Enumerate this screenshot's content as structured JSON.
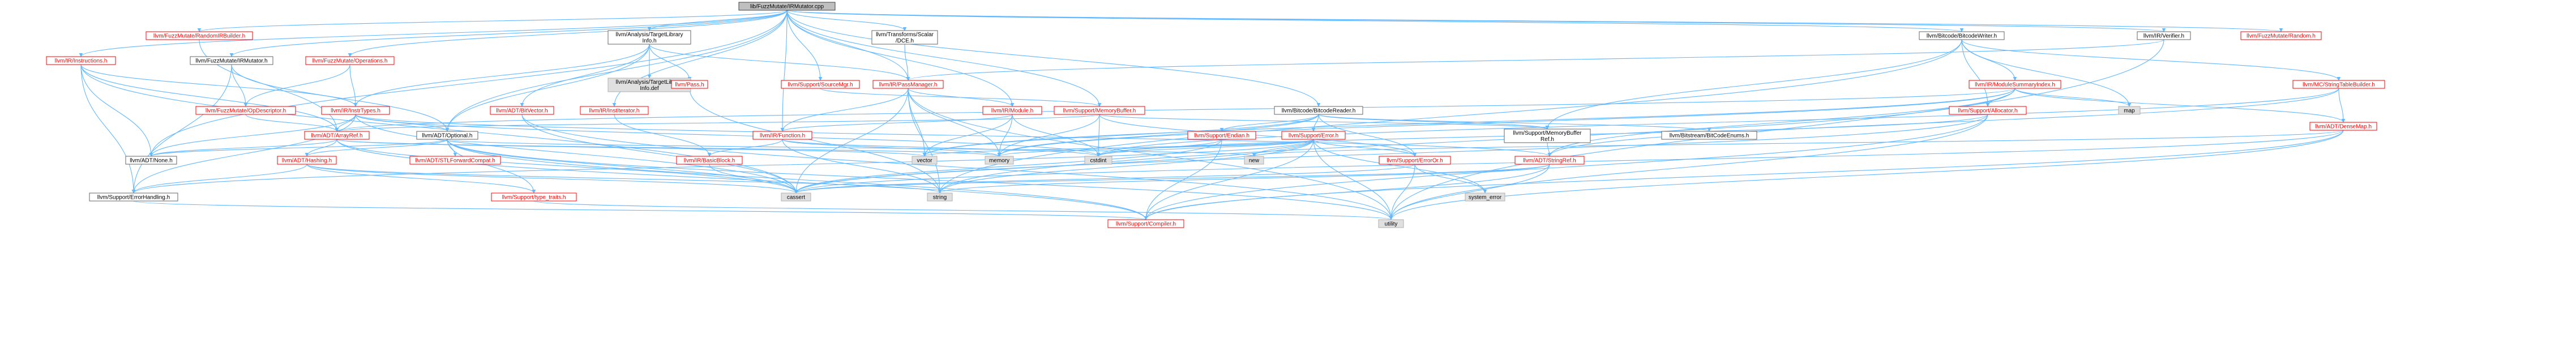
{
  "title": "lib/FuzzMutate/IRMutator.cpp",
  "colors": {
    "root_fill": "#bfbfbf",
    "root_border": "#404040",
    "linked_border": "#ff0000",
    "linked_text": "#ff0000",
    "leaf_border": "#b0b0b0",
    "leaf_fill": "#e0e0e0",
    "plain_border": "#666666",
    "edge": "#63b8ff"
  },
  "nodes": [
    {
      "id": "root",
      "label": "lib/FuzzMutate/IRMutator.cpp",
      "kind": "root"
    },
    {
      "id": "randomirbuilder",
      "label": "llvm/FuzzMutate/RandomIRBuilder.h",
      "kind": "linked"
    },
    {
      "id": "analysis",
      "label": "llvm/Analysis/TargetLibrary\nInfo.h",
      "kind": "plain"
    },
    {
      "id": "transforms",
      "label": "llvm/Transforms/Scalar\n/DCE.h",
      "kind": "plain"
    },
    {
      "id": "bitcodewriter",
      "label": "llvm/Bitcode/BitcodeWriter.h",
      "kind": "plain"
    },
    {
      "id": "irverifier",
      "label": "llvm/IR/Verifier.h",
      "kind": "plain"
    },
    {
      "id": "fuzzrandom",
      "label": "llvm/FuzzMutate/Random.h",
      "kind": "linked"
    },
    {
      "id": "instructions",
      "label": "llvm/IR/Instructions.h",
      "kind": "linked"
    },
    {
      "id": "irmutatorh",
      "label": "llvm/FuzzMutate/IRMutator.h",
      "kind": "plain"
    },
    {
      "id": "operations",
      "label": "llvm/FuzzMutate/Operations.h",
      "kind": "linked"
    },
    {
      "id": "tlidef",
      "label": "llvm/Analysis/TargetLibrary\nInfo.def",
      "kind": "leaf"
    },
    {
      "id": "pass",
      "label": "llvm/Pass.h",
      "kind": "linked"
    },
    {
      "id": "sourcemgr",
      "label": "llvm/Support/SourceMgr.h",
      "kind": "linked"
    },
    {
      "id": "passmanager",
      "label": "llvm/IR/PassManager.h",
      "kind": "linked"
    },
    {
      "id": "modulesummary",
      "label": "llvm/IR/ModuleSummaryIndex.h",
      "kind": "linked"
    },
    {
      "id": "stringtablebuilder",
      "label": "llvm/MC/StringTableBuilder.h",
      "kind": "linked"
    },
    {
      "id": "opdescriptor",
      "label": "llvm/FuzzMutate/OpDescriptor.h",
      "kind": "linked"
    },
    {
      "id": "insttypes",
      "label": "llvm/IR/InstrTypes.h",
      "kind": "linked"
    },
    {
      "id": "bitvector",
      "label": "llvm/ADT/BitVector.h",
      "kind": "linked"
    },
    {
      "id": "institerator",
      "label": "llvm/IR/InstIterator.h",
      "kind": "linked"
    },
    {
      "id": "irmodule",
      "label": "llvm/IR/Module.h",
      "kind": "linked"
    },
    {
      "id": "memorybuffer",
      "label": "llvm/Support/MemoryBuffer.h",
      "kind": "linked"
    },
    {
      "id": "bitcodereader",
      "label": "llvm/Bitcode/BitcodeReader.h",
      "kind": "plain"
    },
    {
      "id": "allocator",
      "label": "llvm/Support/Allocator.h",
      "kind": "linked"
    },
    {
      "id": "map",
      "label": "map",
      "kind": "leaf"
    },
    {
      "id": "densemap",
      "label": "llvm/ADT/DenseMap.h",
      "kind": "linked"
    },
    {
      "id": "arrayref",
      "label": "llvm/ADT/ArrayRef.h",
      "kind": "linked"
    },
    {
      "id": "optional",
      "label": "llvm/ADT/Optional.h",
      "kind": "plain"
    },
    {
      "id": "function",
      "label": "llvm/IR/Function.h",
      "kind": "linked"
    },
    {
      "id": "endian",
      "label": "llvm/Support/Endian.h",
      "kind": "linked"
    },
    {
      "id": "supporterror",
      "label": "llvm/Support/Error.h",
      "kind": "linked"
    },
    {
      "id": "membufref",
      "label": "llvm/Support/MemoryBuffer\nRef.h",
      "kind": "plain"
    },
    {
      "id": "bitcodeenums",
      "label": "llvm/Bitstream/BitCodeEnums.h",
      "kind": "plain"
    },
    {
      "id": "adtnone",
      "label": "llvm/ADT/None.h",
      "kind": "plain"
    },
    {
      "id": "hashing",
      "label": "llvm/ADT/Hashing.h",
      "kind": "linked"
    },
    {
      "id": "stlforward",
      "label": "llvm/ADT/STLForwardCompat.h",
      "kind": "linked"
    },
    {
      "id": "basicblock",
      "label": "llvm/IR/BasicBlock.h",
      "kind": "linked"
    },
    {
      "id": "vector",
      "label": "vector",
      "kind": "leaf"
    },
    {
      "id": "memory",
      "label": "memory",
      "kind": "leaf"
    },
    {
      "id": "cstdint",
      "label": "cstdint",
      "kind": "leaf"
    },
    {
      "id": "new",
      "label": "new",
      "kind": "leaf"
    },
    {
      "id": "erroror",
      "label": "llvm/Support/ErrorOr.h",
      "kind": "linked"
    },
    {
      "id": "stringref",
      "label": "llvm/ADT/StringRef.h",
      "kind": "linked"
    },
    {
      "id": "errorhandling",
      "label": "llvm/Support/ErrorHandling.h",
      "kind": "plain"
    },
    {
      "id": "cassert",
      "label": "cassert",
      "kind": "leaf"
    },
    {
      "id": "typetraits",
      "label": "llvm/Support/type_traits.h",
      "kind": "linked"
    },
    {
      "id": "string",
      "label": "string",
      "kind": "leaf"
    },
    {
      "id": "systemerror",
      "label": "system_error",
      "kind": "leaf"
    },
    {
      "id": "compiler",
      "label": "llvm/Support/Compiler.h",
      "kind": "linked"
    },
    {
      "id": "utility",
      "label": "utility",
      "kind": "leaf"
    }
  ],
  "edges": [
    [
      "root",
      "randomirbuilder"
    ],
    [
      "root",
      "analysis"
    ],
    [
      "root",
      "transforms"
    ],
    [
      "root",
      "bitcodewriter"
    ],
    [
      "root",
      "irverifier"
    ],
    [
      "root",
      "fuzzrandom"
    ],
    [
      "root",
      "instructions"
    ],
    [
      "root",
      "irmutatorh"
    ],
    [
      "root",
      "operations"
    ],
    [
      "root",
      "passmanager"
    ],
    [
      "root",
      "irmodule"
    ],
    [
      "root",
      "sourcemgr"
    ],
    [
      "root",
      "optional"
    ],
    [
      "root",
      "institerator"
    ],
    [
      "root",
      "function"
    ],
    [
      "root",
      "adtnone"
    ],
    [
      "root",
      "bitcodereader"
    ],
    [
      "root",
      "memorybuffer"
    ],
    [
      "analysis",
      "tlidef"
    ],
    [
      "analysis",
      "pass"
    ],
    [
      "analysis",
      "passmanager"
    ],
    [
      "analysis",
      "bitvector"
    ],
    [
      "analysis",
      "optional"
    ],
    [
      "analysis",
      "insttypes"
    ],
    [
      "transforms",
      "passmanager"
    ],
    [
      "bitcodewriter",
      "modulesummary"
    ],
    [
      "bitcodewriter",
      "stringtablebuilder"
    ],
    [
      "bitcodewriter",
      "allocator"
    ],
    [
      "bitcodewriter",
      "membufref"
    ],
    [
      "bitcodewriter",
      "map"
    ],
    [
      "bitcodewriter",
      "string"
    ],
    [
      "irverifier",
      "passmanager"
    ],
    [
      "irverifier",
      "utility"
    ],
    [
      "instructions",
      "arrayref"
    ],
    [
      "instructions",
      "insttypes"
    ],
    [
      "instructions",
      "adtnone"
    ],
    [
      "instructions",
      "errorhandling"
    ],
    [
      "instructions",
      "cassert"
    ],
    [
      "irmutatorh",
      "opdescriptor"
    ],
    [
      "irmutatorh",
      "optional"
    ],
    [
      "irmutatorh",
      "errorhandling"
    ],
    [
      "operations",
      "opdescriptor"
    ],
    [
      "operations",
      "insttypes"
    ],
    [
      "opdescriptor",
      "arrayref"
    ],
    [
      "insttypes",
      "arrayref"
    ],
    [
      "insttypes",
      "optional"
    ],
    [
      "insttypes",
      "adtnone"
    ],
    [
      "insttypes",
      "stringref"
    ],
    [
      "insttypes",
      "errorhandling"
    ],
    [
      "insttypes",
      "cassert"
    ],
    [
      "insttypes",
      "cstdint"
    ],
    [
      "passmanager",
      "irmodule"
    ],
    [
      "passmanager",
      "function"
    ],
    [
      "passmanager",
      "memory"
    ],
    [
      "passmanager",
      "vector"
    ],
    [
      "passmanager",
      "cassert"
    ],
    [
      "passmanager",
      "string"
    ],
    [
      "passmanager",
      "utility"
    ],
    [
      "modulesummary",
      "allocator"
    ],
    [
      "modulesummary",
      "densemap"
    ],
    [
      "modulesummary",
      "map"
    ],
    [
      "modulesummary",
      "arrayref"
    ],
    [
      "modulesummary",
      "stringref"
    ],
    [
      "modulesummary",
      "memory"
    ],
    [
      "modulesummary",
      "vector"
    ],
    [
      "modulesummary",
      "string"
    ],
    [
      "stringtablebuilder",
      "densemap"
    ],
    [
      "stringtablebuilder",
      "stringref"
    ],
    [
      "stringtablebuilder",
      "cstdint"
    ],
    [
      "allocator",
      "compiler"
    ],
    [
      "allocator",
      "cassert"
    ],
    [
      "allocator",
      "cstdint"
    ],
    [
      "allocator",
      "utility"
    ],
    [
      "densemap",
      "compiler"
    ],
    [
      "densemap",
      "new"
    ],
    [
      "densemap",
      "utility"
    ],
    [
      "densemap",
      "cassert"
    ],
    [
      "irmodule",
      "function"
    ],
    [
      "irmodule",
      "memory"
    ],
    [
      "irmodule",
      "vector"
    ],
    [
      "irmodule",
      "cstdint"
    ],
    [
      "memorybuffer",
      "arrayref"
    ],
    [
      "memorybuffer",
      "membufref"
    ],
    [
      "memorybuffer",
      "erroror"
    ],
    [
      "memorybuffer",
      "memory"
    ],
    [
      "memorybuffer",
      "cstdint"
    ],
    [
      "bitcodereader",
      "endian"
    ],
    [
      "bitcodereader",
      "supporterror"
    ],
    [
      "bitcodereader",
      "erroror"
    ],
    [
      "bitcodereader",
      "membufref"
    ],
    [
      "bitcodereader",
      "bitcodeenums"
    ],
    [
      "bitcodereader",
      "vector"
    ],
    [
      "bitcodereader",
      "memory"
    ],
    [
      "function",
      "basicblock"
    ],
    [
      "function",
      "memory"
    ],
    [
      "function",
      "string"
    ],
    [
      "function",
      "cstdint"
    ],
    [
      "endian",
      "compiler"
    ],
    [
      "endian",
      "cstdint"
    ],
    [
      "endian",
      "cassert"
    ],
    [
      "supporterror",
      "erroror"
    ],
    [
      "supporterror",
      "errorhandling"
    ],
    [
      "supporterror",
      "compiler"
    ],
    [
      "supporterror",
      "new"
    ],
    [
      "supporterror",
      "string"
    ],
    [
      "supporterror",
      "systemerror"
    ],
    [
      "supporterror",
      "utility"
    ],
    [
      "supporterror",
      "cassert"
    ],
    [
      "supporterror",
      "vector"
    ],
    [
      "supporterror",
      "memory"
    ],
    [
      "supporterror",
      "cstdint"
    ],
    [
      "membufref",
      "stringref"
    ],
    [
      "optional",
      "adtnone"
    ],
    [
      "optional",
      "hashing"
    ],
    [
      "optional",
      "stlforward"
    ],
    [
      "optional",
      "compiler"
    ],
    [
      "optional",
      "typetraits"
    ],
    [
      "optional",
      "cassert"
    ],
    [
      "optional",
      "new"
    ],
    [
      "optional",
      "utility"
    ],
    [
      "arrayref",
      "hashing"
    ],
    [
      "arrayref",
      "adtnone"
    ],
    [
      "arrayref",
      "compiler"
    ],
    [
      "arrayref",
      "vector"
    ],
    [
      "arrayref",
      "memory"
    ],
    [
      "arrayref",
      "cassert"
    ],
    [
      "hashing",
      "errorhandling"
    ],
    [
      "hashing",
      "typetraits"
    ],
    [
      "hashing",
      "cassert"
    ],
    [
      "hashing",
      "string"
    ],
    [
      "basicblock",
      "cassert"
    ],
    [
      "institerator",
      "basicblock"
    ],
    [
      "erroror",
      "systemerror"
    ],
    [
      "erroror",
      "utility"
    ],
    [
      "erroror",
      "cassert"
    ],
    [
      "stringref",
      "compiler"
    ],
    [
      "stringref",
      "string"
    ],
    [
      "stringref",
      "utility"
    ],
    [
      "stringref",
      "cassert"
    ],
    [
      "errorhandling",
      "compiler"
    ],
    [
      "typetraits",
      "utility"
    ],
    [
      "bitvector",
      "cassert"
    ],
    [
      "bitvector",
      "utility"
    ],
    [
      "randomirbuilder",
      "arrayref"
    ],
    [
      "sourcemgr",
      "memorybuffer"
    ],
    [
      "pass",
      "string"
    ]
  ]
}
